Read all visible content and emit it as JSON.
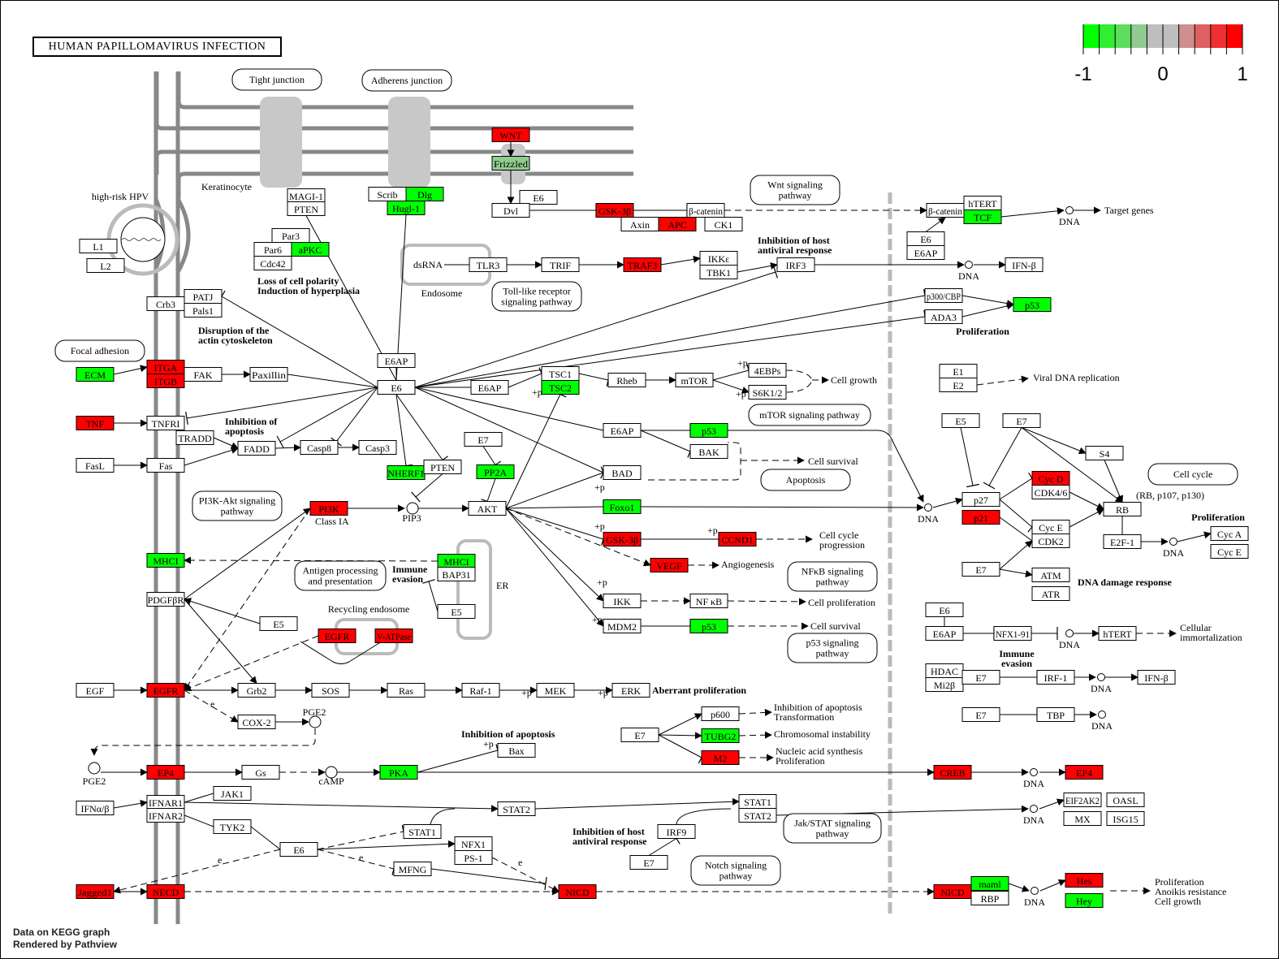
{
  "title": "HUMAN PAPILLOMAVIRUS INFECTION",
  "footer": {
    "line1": "Data on KEGG graph",
    "line2": "Rendered by Pathview"
  },
  "legend": {
    "colors": [
      "#00ff00",
      "#30ee30",
      "#5cdd5c",
      "#90cc90",
      "#bebebe",
      "#bebebe",
      "#cf8f8f",
      "#df6060",
      "#ef3030",
      "#ff0000"
    ],
    "ticks": [
      "-1",
      "0",
      "1"
    ],
    "range": [
      -1,
      1
    ]
  },
  "status_colors": {
    "up": "#ff0000",
    "down": "#00ff00",
    "mild_down": "#90cc90",
    "none": "#ffffff"
  },
  "nodes": [
    {
      "id": "wnt",
      "label": "WNT",
      "status": "up"
    },
    {
      "id": "frizzled",
      "label": "Frizzled",
      "status": "mild_down"
    },
    {
      "id": "magi1",
      "label": "MAGI-1",
      "status": "none"
    },
    {
      "id": "pten1",
      "label": "PTEN",
      "status": "none"
    },
    {
      "id": "scrib",
      "label": "Scrib",
      "status": "none"
    },
    {
      "id": "dlg",
      "label": "Dlg",
      "status": "down"
    },
    {
      "id": "hugl1",
      "label": "Hugl-1",
      "status": "down"
    },
    {
      "id": "e6_wnt",
      "label": "E6",
      "status": "none"
    },
    {
      "id": "dvl",
      "label": "Dvl",
      "status": "none"
    },
    {
      "id": "gsk3b_1",
      "label": "GSK-3β",
      "status": "up"
    },
    {
      "id": "axin",
      "label": "Axin",
      "status": "none"
    },
    {
      "id": "apc",
      "label": "APC",
      "status": "up"
    },
    {
      "id": "bcat1",
      "label": "β-catenin",
      "status": "none"
    },
    {
      "id": "ck1",
      "label": "CK1",
      "status": "none"
    },
    {
      "id": "bcat2",
      "label": "β-catenin",
      "status": "none"
    },
    {
      "id": "htert1",
      "label": "hTERT",
      "status": "none"
    },
    {
      "id": "tcf",
      "label": "TCF",
      "status": "down"
    },
    {
      "id": "e6_b",
      "label": "E6",
      "status": "none"
    },
    {
      "id": "e6ap_b",
      "label": "E6AP",
      "status": "none"
    },
    {
      "id": "l1",
      "label": "L1",
      "status": "none"
    },
    {
      "id": "l2",
      "label": "L2",
      "status": "none"
    },
    {
      "id": "par3",
      "label": "Par3",
      "status": "none"
    },
    {
      "id": "par6",
      "label": "Par6",
      "status": "none"
    },
    {
      "id": "apkc",
      "label": "aPKC",
      "status": "down"
    },
    {
      "id": "cdc42",
      "label": "Cdc42",
      "status": "none"
    },
    {
      "id": "tlr3",
      "label": "TLR3",
      "status": "none"
    },
    {
      "id": "trif",
      "label": "TRIF",
      "status": "none"
    },
    {
      "id": "traf3",
      "label": "TRAF3",
      "status": "up"
    },
    {
      "id": "ikke",
      "label": "IKKε",
      "status": "none"
    },
    {
      "id": "tbk1",
      "label": "TBK1",
      "status": "none"
    },
    {
      "id": "irf3",
      "label": "IRF3",
      "status": "none"
    },
    {
      "id": "ifnb1",
      "label": "IFN-β",
      "status": "none"
    },
    {
      "id": "p300",
      "label": "p300/CBP",
      "status": "none"
    },
    {
      "id": "ada3",
      "label": "ADA3",
      "status": "none"
    },
    {
      "id": "p53_top",
      "label": "p53",
      "status": "down"
    },
    {
      "id": "crb3",
      "label": "Crb3",
      "status": "none"
    },
    {
      "id": "patj",
      "label": "PATJ",
      "status": "none"
    },
    {
      "id": "pals1",
      "label": "Pals1",
      "status": "none"
    },
    {
      "id": "e6ap_c",
      "label": "E6AP",
      "status": "none"
    },
    {
      "id": "e6_c",
      "label": "E6",
      "status": "none"
    },
    {
      "id": "ecm",
      "label": "ECM",
      "status": "down"
    },
    {
      "id": "itga",
      "label": "ITGA",
      "status": "up"
    },
    {
      "id": "itgb",
      "label": "ITGB",
      "status": "up"
    },
    {
      "id": "fak",
      "label": "FAK",
      "status": "none"
    },
    {
      "id": "paxillin",
      "label": "Paxillin",
      "status": "none"
    },
    {
      "id": "e6ap_2",
      "label": "E6AP",
      "status": "none"
    },
    {
      "id": "tsc1",
      "label": "TSC1",
      "status": "none"
    },
    {
      "id": "tsc2",
      "label": "TSC2",
      "status": "down"
    },
    {
      "id": "rheb",
      "label": "Rheb",
      "status": "none"
    },
    {
      "id": "mtor",
      "label": "mTOR",
      "status": "none"
    },
    {
      "id": "4ebps",
      "label": "4EBPs",
      "status": "none"
    },
    {
      "id": "s6k",
      "label": "S6K1/2",
      "status": "none"
    },
    {
      "id": "e1",
      "label": "E1",
      "status": "none"
    },
    {
      "id": "e2",
      "label": "E2",
      "status": "none"
    },
    {
      "id": "tnf",
      "label": "TNF",
      "status": "up"
    },
    {
      "id": "tnfr1",
      "label": "TNFRI",
      "status": "none"
    },
    {
      "id": "tradd",
      "label": "TRADD",
      "status": "none"
    },
    {
      "id": "fadd",
      "label": "FADD",
      "status": "none"
    },
    {
      "id": "casp8",
      "label": "Casp8",
      "status": "none"
    },
    {
      "id": "casp3",
      "label": "Casp3",
      "status": "none"
    },
    {
      "id": "fasl",
      "label": "FasL",
      "status": "none"
    },
    {
      "id": "fas",
      "label": "Fas",
      "status": "none"
    },
    {
      "id": "e6ap_3",
      "label": "E6AP",
      "status": "none"
    },
    {
      "id": "p53_mid",
      "label": "p53",
      "status": "down"
    },
    {
      "id": "bak",
      "label": "BAK",
      "status": "none"
    },
    {
      "id": "bad",
      "label": "BAD",
      "status": "none"
    },
    {
      "id": "e7_pp2a",
      "label": "E7",
      "status": "none"
    },
    {
      "id": "pp2a",
      "label": "PP2A",
      "status": "down"
    },
    {
      "id": "nherf1",
      "label": "NHERF1",
      "status": "down"
    },
    {
      "id": "pten2",
      "label": "PTEN",
      "status": "none"
    },
    {
      "id": "pi3k",
      "label": "PI3K",
      "status": "up"
    },
    {
      "id": "akt",
      "label": "AKT",
      "status": "none"
    },
    {
      "id": "foxo1",
      "label": "Foxo1",
      "status": "down"
    },
    {
      "id": "e5_cc",
      "label": "E5",
      "status": "none"
    },
    {
      "id": "e7_cc",
      "label": "E7",
      "status": "none"
    },
    {
      "id": "s4",
      "label": "S4",
      "status": "none"
    },
    {
      "id": "p27",
      "label": "p27",
      "status": "none"
    },
    {
      "id": "p21",
      "label": "p21",
      "status": "up"
    },
    {
      "id": "cycd",
      "label": "Cyc D",
      "status": "up"
    },
    {
      "id": "cdk46",
      "label": "CDK4/6",
      "status": "none"
    },
    {
      "id": "cyce1",
      "label": "Cyc E",
      "status": "none"
    },
    {
      "id": "cdk2",
      "label": "CDK2",
      "status": "none"
    },
    {
      "id": "rb",
      "label": "RB",
      "status": "none"
    },
    {
      "id": "e2f1",
      "label": "E2F-1",
      "status": "none"
    },
    {
      "id": "cyca",
      "label": "Cyc A",
      "status": "none"
    },
    {
      "id": "cyce2",
      "label": "Cyc E",
      "status": "none"
    },
    {
      "id": "e7_atm",
      "label": "E7",
      "status": "none"
    },
    {
      "id": "atm",
      "label": "ATM",
      "status": "none"
    },
    {
      "id": "atr",
      "label": "ATR",
      "status": "none"
    },
    {
      "id": "gsk3b_2",
      "label": "GSK-3β",
      "status": "up"
    },
    {
      "id": "ccnd1",
      "label": "CCND1",
      "status": "up"
    },
    {
      "id": "vegf",
      "label": "VEGF",
      "status": "up"
    },
    {
      "id": "mhci_1",
      "label": "MHCI",
      "status": "down"
    },
    {
      "id": "mhci_2",
      "label": "MHCI",
      "status": "down"
    },
    {
      "id": "bap31",
      "label": "BAP31",
      "status": "none"
    },
    {
      "id": "e5_er",
      "label": "E5",
      "status": "none"
    },
    {
      "id": "pdgfbr",
      "label": "PDGFβR",
      "status": "none"
    },
    {
      "id": "e5_pd",
      "label": "E5",
      "status": "none"
    },
    {
      "id": "egfr_re",
      "label": "EGFR",
      "status": "up"
    },
    {
      "id": "vatpase",
      "label": "V-ATPase",
      "status": "up"
    },
    {
      "id": "ikk",
      "label": "IKK",
      "status": "none"
    },
    {
      "id": "nfkb",
      "label": "NF κB",
      "status": "none"
    },
    {
      "id": "mdm2",
      "label": "MDM2",
      "status": "none"
    },
    {
      "id": "p53_bot",
      "label": "p53",
      "status": "down"
    },
    {
      "id": "e6_h",
      "label": "E6",
      "status": "none"
    },
    {
      "id": "e6ap_h",
      "label": "E6AP",
      "status": "none"
    },
    {
      "id": "nfx191",
      "label": "NFX1-91",
      "status": "none"
    },
    {
      "id": "htert2",
      "label": "hTERT",
      "status": "none"
    },
    {
      "id": "hdac",
      "label": "HDAC",
      "status": "none"
    },
    {
      "id": "mi2b",
      "label": "Mi2β",
      "status": "none"
    },
    {
      "id": "e7_irf",
      "label": "E7",
      "status": "none"
    },
    {
      "id": "irf1",
      "label": "IRF-1",
      "status": "none"
    },
    {
      "id": "ifnb2",
      "label": "IFN-β",
      "status": "none"
    },
    {
      "id": "egf",
      "label": "EGF",
      "status": "none"
    },
    {
      "id": "egfr",
      "label": "EGFR",
      "status": "up"
    },
    {
      "id": "grb2",
      "label": "Grb2",
      "status": "none"
    },
    {
      "id": "sos",
      "label": "SOS",
      "status": "none"
    },
    {
      "id": "ras",
      "label": "Ras",
      "status": "none"
    },
    {
      "id": "raf1",
      "label": "Raf-1",
      "status": "none"
    },
    {
      "id": "mek",
      "label": "MEK",
      "status": "none"
    },
    {
      "id": "erk",
      "label": "ERK",
      "status": "none"
    },
    {
      "id": "cox2",
      "label": "COX-2",
      "status": "none"
    },
    {
      "id": "e7_p600",
      "label": "E7",
      "status": "none"
    },
    {
      "id": "p600",
      "label": "p600",
      "status": "none"
    },
    {
      "id": "tubg2",
      "label": "TUBG2",
      "status": "down"
    },
    {
      "id": "m2",
      "label": "M2",
      "status": "up"
    },
    {
      "id": "e7_tbp",
      "label": "E7",
      "status": "none"
    },
    {
      "id": "tbp",
      "label": "TBP",
      "status": "none"
    },
    {
      "id": "bax",
      "label": "Bax",
      "status": "none"
    },
    {
      "id": "ep4_1",
      "label": "EP4",
      "status": "up"
    },
    {
      "id": "gs",
      "label": "Gs",
      "status": "none"
    },
    {
      "id": "pka",
      "label": "PKA",
      "status": "down"
    },
    {
      "id": "creb",
      "label": "CREB",
      "status": "up"
    },
    {
      "id": "ep4_2",
      "label": "EP4",
      "status": "up"
    },
    {
      "id": "ifnab",
      "label": "IFNα/β",
      "status": "none"
    },
    {
      "id": "ifnar1",
      "label": "IFNAR1",
      "status": "none"
    },
    {
      "id": "ifnar2",
      "label": "IFNAR2",
      "status": "none"
    },
    {
      "id": "jak1",
      "label": "JAK1",
      "status": "none"
    },
    {
      "id": "tyk2",
      "label": "TYK2",
      "status": "none"
    },
    {
      "id": "stat2",
      "label": "STAT2",
      "status": "none"
    },
    {
      "id": "stat1a",
      "label": "STAT1",
      "status": "none"
    },
    {
      "id": "stat1b",
      "label": "STAT1",
      "status": "none"
    },
    {
      "id": "stat2b",
      "label": "STAT2",
      "status": "none"
    },
    {
      "id": "eif2ak2",
      "label": "EIF2AK2",
      "status": "none"
    },
    {
      "id": "oasl",
      "label": "OASL",
      "status": "none"
    },
    {
      "id": "mx",
      "label": "MX",
      "status": "none"
    },
    {
      "id": "isg15",
      "label": "ISG15",
      "status": "none"
    },
    {
      "id": "e6_jak",
      "label": "E6",
      "status": "none"
    },
    {
      "id": "nfx1",
      "label": "NFX1",
      "status": "none"
    },
    {
      "id": "ps1",
      "label": "PS-1",
      "status": "none"
    },
    {
      "id": "irf9",
      "label": "IRF9",
      "status": "none"
    },
    {
      "id": "e7_irf9",
      "label": "E7",
      "status": "none"
    },
    {
      "id": "mfng",
      "label": "MFNG",
      "status": "none"
    },
    {
      "id": "jagged1",
      "label": "Jagged1",
      "status": "up"
    },
    {
      "id": "necd",
      "label": "NECD",
      "status": "up"
    },
    {
      "id": "nicd1",
      "label": "NICD",
      "status": "up"
    },
    {
      "id": "nicd2",
      "label": "NICD",
      "status": "up"
    },
    {
      "id": "maml",
      "label": "maml",
      "status": "down"
    },
    {
      "id": "rbp",
      "label": "RBP",
      "status": "none"
    },
    {
      "id": "hes",
      "label": "Hes",
      "status": "up"
    },
    {
      "id": "hey",
      "label": "Hey",
      "status": "down"
    }
  ],
  "maps": [
    {
      "id": "tight",
      "label": "Tight junction"
    },
    {
      "id": "adherens",
      "label": "Adherens junction"
    },
    {
      "id": "wnt_map",
      "label": "Wnt signaling|pathway"
    },
    {
      "id": "tlr_map",
      "label": "Toll-like receptor|signaling pathway"
    },
    {
      "id": "focal",
      "label": "Focal adhesion"
    },
    {
      "id": "mtor_map",
      "label": "mTOR signaling pathway"
    },
    {
      "id": "apoptosis",
      "label": "Apoptosis"
    },
    {
      "id": "cellcycle",
      "label": "Cell cycle"
    },
    {
      "id": "pi3k_map",
      "label": "PI3K-Akt signaling|pathway"
    },
    {
      "id": "antigen",
      "label": "Antigen processing|and presentation"
    },
    {
      "id": "nfkb_map",
      "label": "NFκB signaling|pathway"
    },
    {
      "id": "p53_map",
      "label": "p53 signaling|pathway"
    },
    {
      "id": "jakstat",
      "label": "Jak/STAT signaling|pathway"
    },
    {
      "id": "notch",
      "label": "Notch signaling|pathway"
    }
  ],
  "labels": [
    {
      "id": "keratinocyte",
      "text": "Keratinocyte"
    },
    {
      "id": "hpv",
      "text": "high-risk HPV"
    },
    {
      "id": "endosome",
      "text": "Endosome"
    },
    {
      "id": "dsrna",
      "text": "dsRNA"
    },
    {
      "id": "target_genes",
      "text": "Target genes"
    },
    {
      "id": "loss_polarity",
      "text": "Loss of cell polarity|Induction of hyperplasia",
      "bold": true
    },
    {
      "id": "inhib_antiviral1",
      "text": "Inhibition of host|antiviral response",
      "bold": true
    },
    {
      "id": "proliferation1",
      "text": "Proliferation",
      "bold": true
    },
    {
      "id": "disruption",
      "text": "Disruption of the|actin cytoskeleton",
      "bold": true
    },
    {
      "id": "viral_dna",
      "text": "Viral DNA replication"
    },
    {
      "id": "cell_growth",
      "text": "Cell growth"
    },
    {
      "id": "inhib_apop1",
      "text": "Inhibition of|apoptosis",
      "bold": true
    },
    {
      "id": "cell_survival1",
      "text": "Cell survival"
    },
    {
      "id": "rb_family",
      "text": "(RB, p107, p130)"
    },
    {
      "id": "proliferation2",
      "text": "Proliferation",
      "bold": true
    },
    {
      "id": "class_ia",
      "text": "Class IA"
    },
    {
      "id": "pip3",
      "text": "PIP3"
    },
    {
      "id": "cc_progression",
      "text": "Cell cycle|progression"
    },
    {
      "id": "angiogenesis",
      "text": "Angiogenesis"
    },
    {
      "id": "dna_damage",
      "text": "DNA damage response",
      "bold": true
    },
    {
      "id": "immune_evasion1",
      "text": "Immune|evasion",
      "bold": true
    },
    {
      "id": "er",
      "text": "ER"
    },
    {
      "id": "recycling",
      "text": "Recycling endosome"
    },
    {
      "id": "cell_prolif",
      "text": "Cell proliferation"
    },
    {
      "id": "cell_survival2",
      "text": "Cell survival"
    },
    {
      "id": "cell_immortal",
      "text": "Cellular|immortalization"
    },
    {
      "id": "immune_evasion2",
      "text": "Immune|evasion",
      "bold": true
    },
    {
      "id": "aberrant",
      "text": "Aberrant proliferation",
      "bold": true
    },
    {
      "id": "pge2_a",
      "text": "PGE2"
    },
    {
      "id": "inhib_apop_trans",
      "text": "Inhibition of apoptosis|Transformation"
    },
    {
      "id": "chrom_instab",
      "text": "Chromosomal instability"
    },
    {
      "id": "nucleic",
      "text": "Nucleic acid synthesis|Proliferation"
    },
    {
      "id": "inhib_apop2",
      "text": "Inhibition of apoptosis",
      "bold": true
    },
    {
      "id": "pge2_b",
      "text": "PGE2"
    },
    {
      "id": "camp",
      "text": "cAMP"
    },
    {
      "id": "inhib_antiviral2",
      "text": "Inhibition of host|antiviral response",
      "bold": true
    },
    {
      "id": "prolif_anoikis",
      "text": "Proliferation|Anoikis resistance|Cell growth"
    },
    {
      "id": "dna",
      "text": "DNA"
    },
    {
      "id": "plus_p",
      "text": "+p"
    },
    {
      "id": "e_mark",
      "text": "e"
    }
  ]
}
